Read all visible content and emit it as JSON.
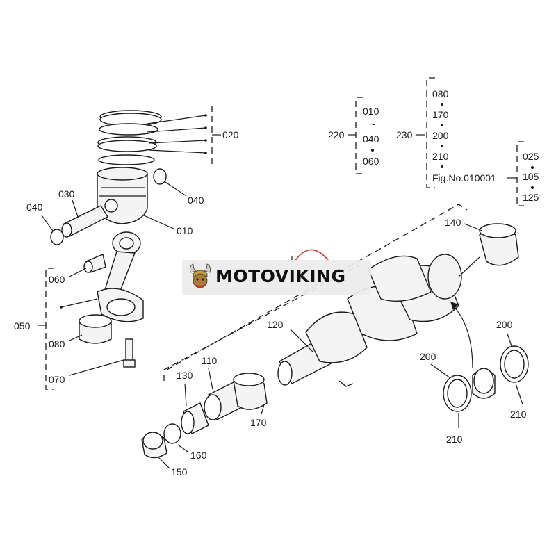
{
  "diagram": {
    "brand": {
      "name": "MOTOVIKING",
      "logo_icon": "viking-mascot-icon"
    },
    "labels": {
      "l020": "020",
      "l010": "010",
      "l030": "030",
      "l040a": "040",
      "l040b": "040",
      "l050": "050",
      "l060": "060",
      "l080": "080",
      "l070": "070",
      "l110": "110",
      "l120": "120",
      "l130": "130",
      "l140": "140",
      "l150": "150",
      "l160": "160",
      "l170": "170",
      "l200a": "200",
      "l200b": "200",
      "l210a": "210",
      "l210b": "210",
      "l220": "220",
      "l230": "230"
    },
    "group220": {
      "a": "010",
      "tilde": "~",
      "b": "040",
      "c": "060"
    },
    "group230": {
      "a": "080",
      "b": "170",
      "c": "200",
      "d": "210",
      "fig": "Fig.No.010001"
    },
    "group_fig": {
      "a": "025",
      "b": "105",
      "c": "125"
    }
  }
}
